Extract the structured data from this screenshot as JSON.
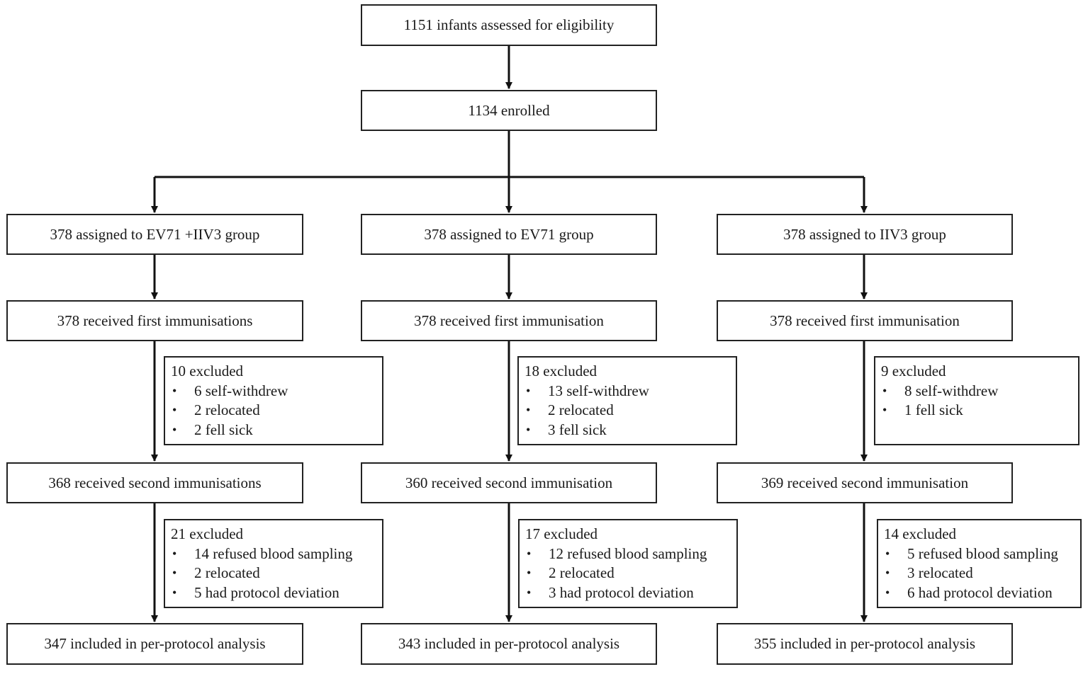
{
  "flow": {
    "assessed": "1151 infants assessed for eligibility",
    "enrolled": "1134 enrolled",
    "groups": [
      {
        "assigned": "378 assigned to EV71 +IIV3 group",
        "first": "378 received first immunisations",
        "excluded1": {
          "title": "10 excluded",
          "items": [
            "6 self-withdrew",
            "2 relocated",
            "2 fell sick"
          ]
        },
        "second": "368 received second immunisations",
        "excluded2": {
          "title": "21 excluded",
          "items": [
            "14 refused blood sampling",
            "2 relocated",
            "5 had protocol  deviation"
          ]
        },
        "analysis": "347 included in per-protocol analysis"
      },
      {
        "assigned": "378 assigned to EV71 group",
        "first": "378 received first immunisation",
        "excluded1": {
          "title": "18 excluded",
          "items": [
            "13 self-withdrew",
            "2 relocated",
            "3 fell sick"
          ]
        },
        "second": "360 received second immunisation",
        "excluded2": {
          "title": "17 excluded",
          "items": [
            "12 refused blood sampling",
            "2 relocated",
            "3 had protocol  deviation"
          ]
        },
        "analysis": "343 included in per-protocol analysis"
      },
      {
        "assigned": "378 assigned to IIV3 group",
        "first": "378 received first immunisation",
        "excluded1": {
          "title": "9 excluded",
          "items": [
            "8 self-withdrew",
            "1 fell sick"
          ]
        },
        "second": "369 received second immunisation",
        "excluded2": {
          "title": "14 excluded",
          "items": [
            "5 refused blood sampling",
            "3 relocated",
            "6 had protocol  deviation"
          ]
        },
        "analysis": "355 included in per-protocol analysis"
      }
    ]
  }
}
